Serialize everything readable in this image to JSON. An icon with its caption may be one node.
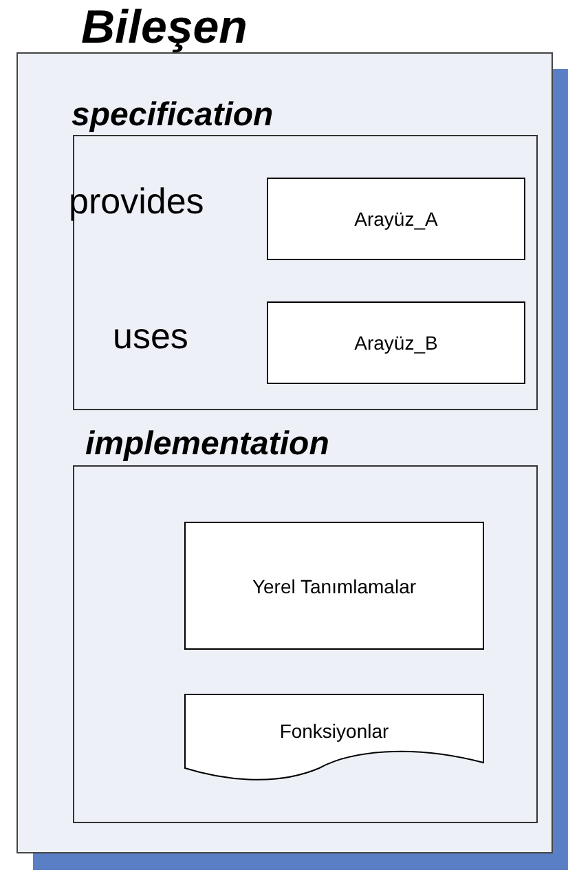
{
  "diagram": {
    "nodes": [
      {
        "text": [
          "Bileşen"
        ]
      },
      {
        "text": [
          "specification"
        ],
        "in": 0
      },
      {
        "text": [
          "Arayüz_A"
        ],
        "in": 1
      },
      {
        "text": [
          "Arayüz_B"
        ],
        "in": 1
      },
      {
        "text": [
          "implementation"
        ],
        "in": 0
      },
      {
        "text": [
          "Yerel Tanımlamalar"
        ],
        "in": 4
      },
      {
        "text": [
          "Fonksiyonlar"
        ],
        "in": 4
      }
    ],
    "labels": [
      "provides",
      "uses"
    ]
  }
}
